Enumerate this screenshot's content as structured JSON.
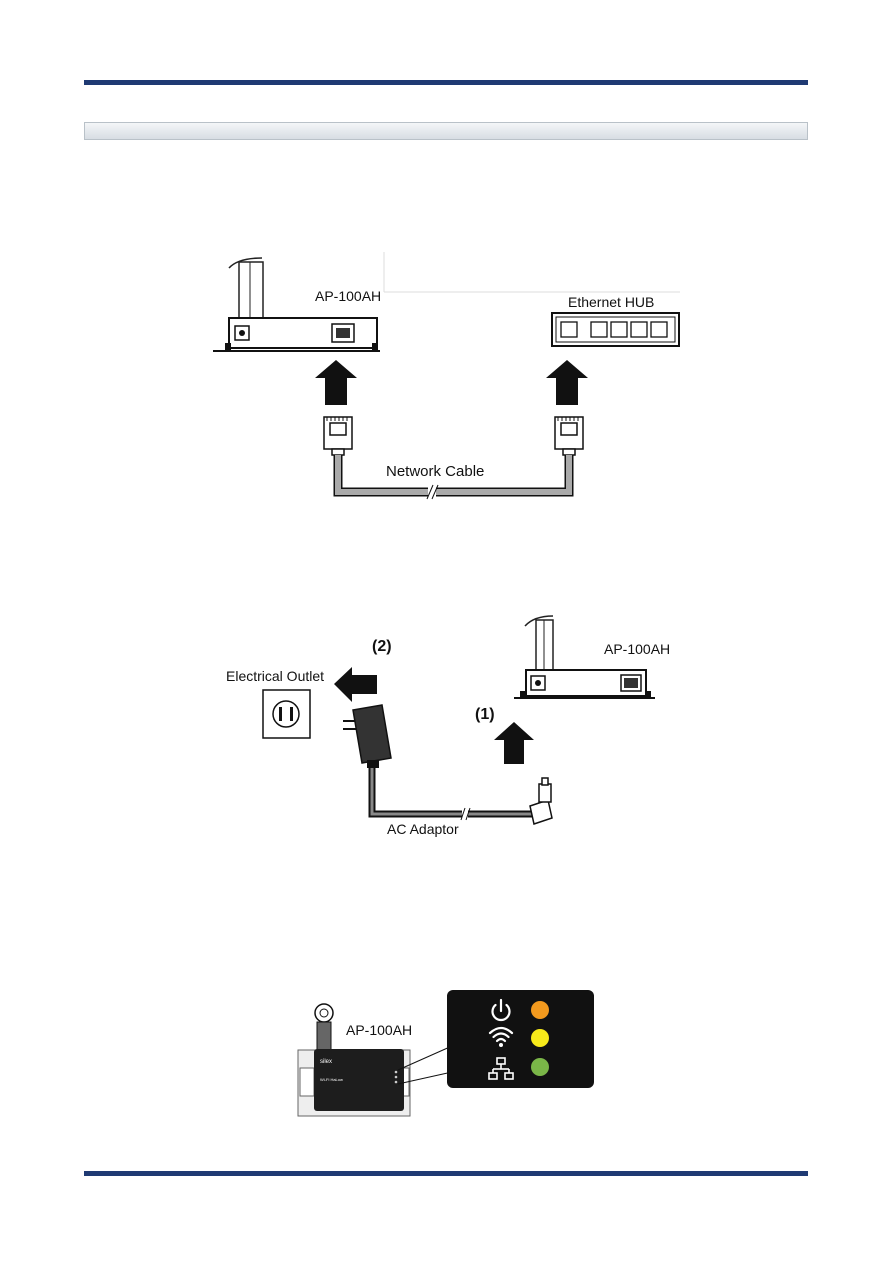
{
  "figure1": {
    "device_label": "AP-100AH",
    "hub_label": "Ethernet HUB",
    "cable_label": "Network Cable"
  },
  "figure2": {
    "step2_label": "(2)",
    "outlet_label": "Electrical Outlet",
    "device_label": "AP-100AH",
    "step1_label": "(1)",
    "adaptor_label": "AC Adaptor"
  },
  "figure3": {
    "device_label": "AP-100AH",
    "led_panel": [
      {
        "icon": "power-icon",
        "color": "#f39a1e"
      },
      {
        "icon": "wifi-icon",
        "color": "#f7ea1a"
      },
      {
        "icon": "lan-icon",
        "color": "#7ab648"
      }
    ]
  }
}
